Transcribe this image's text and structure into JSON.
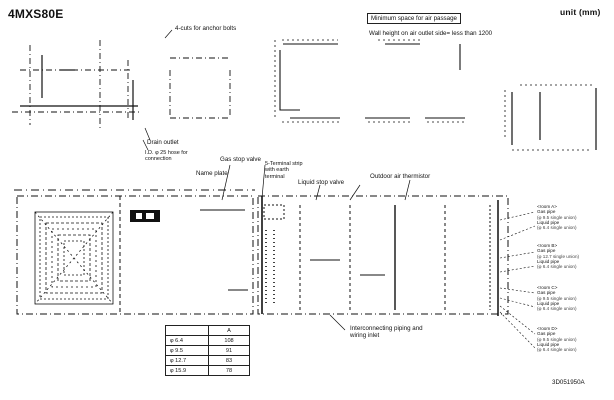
{
  "header": {
    "model": "4MXS80E",
    "unit": "unit (mm)"
  },
  "labels": {
    "anchor_cuts": "4-cuts for anchor bolts",
    "min_space_box": "Minimum space for air passage",
    "wall_height": "Wall height on air outlet side= less than 1200",
    "drain_outlet": "Drain outlet",
    "drain_hose": "I.D. φ 25 hose for connection",
    "gas_stop_valve": "Gas stop valve",
    "name_plate": "Name plate",
    "terminal_strip": "5-Terminal strip with earth terminal",
    "liquid_stop_valve": "Liquid stop valve",
    "outdoor_thermistor": "Outdoor air thermistor",
    "interconnecting": "Interconnecting piping and wiring inlet",
    "drawing_number": "3D051950A"
  },
  "ports": [
    {
      "room": "<room A>",
      "gas": "Gas pipe",
      "gas_size": "(φ 9.5 single union)",
      "liquid": "Liquid pipe",
      "liquid_size": "(φ 6.4 single union)"
    },
    {
      "room": "<room B>",
      "gas": "Gas pipe",
      "gas_size": "(φ 12.7 single union)",
      "liquid": "Liquid pipe",
      "liquid_size": "(φ 6.4 single union)"
    },
    {
      "room": "<room C>",
      "gas": "Gas pipe",
      "gas_size": "(φ 9.5 single union)",
      "liquid": "Liquid pipe",
      "liquid_size": "(φ 6.4 single union)"
    },
    {
      "room": "<room D>",
      "gas": "Gas pipe",
      "gas_size": "(φ 9.5 single union)",
      "liquid": "Liquid pipe",
      "liquid_size": "(φ 6.4 single union)"
    }
  ],
  "dimension_table": {
    "header": [
      "",
      "A"
    ],
    "rows": [
      [
        "φ 6.4",
        "108"
      ],
      [
        "φ 9.5",
        "91"
      ],
      [
        "φ 12.7",
        "83"
      ],
      [
        "φ 15.9",
        "78"
      ]
    ]
  },
  "colors": {
    "line": "#111111",
    "background": "#ffffff"
  }
}
